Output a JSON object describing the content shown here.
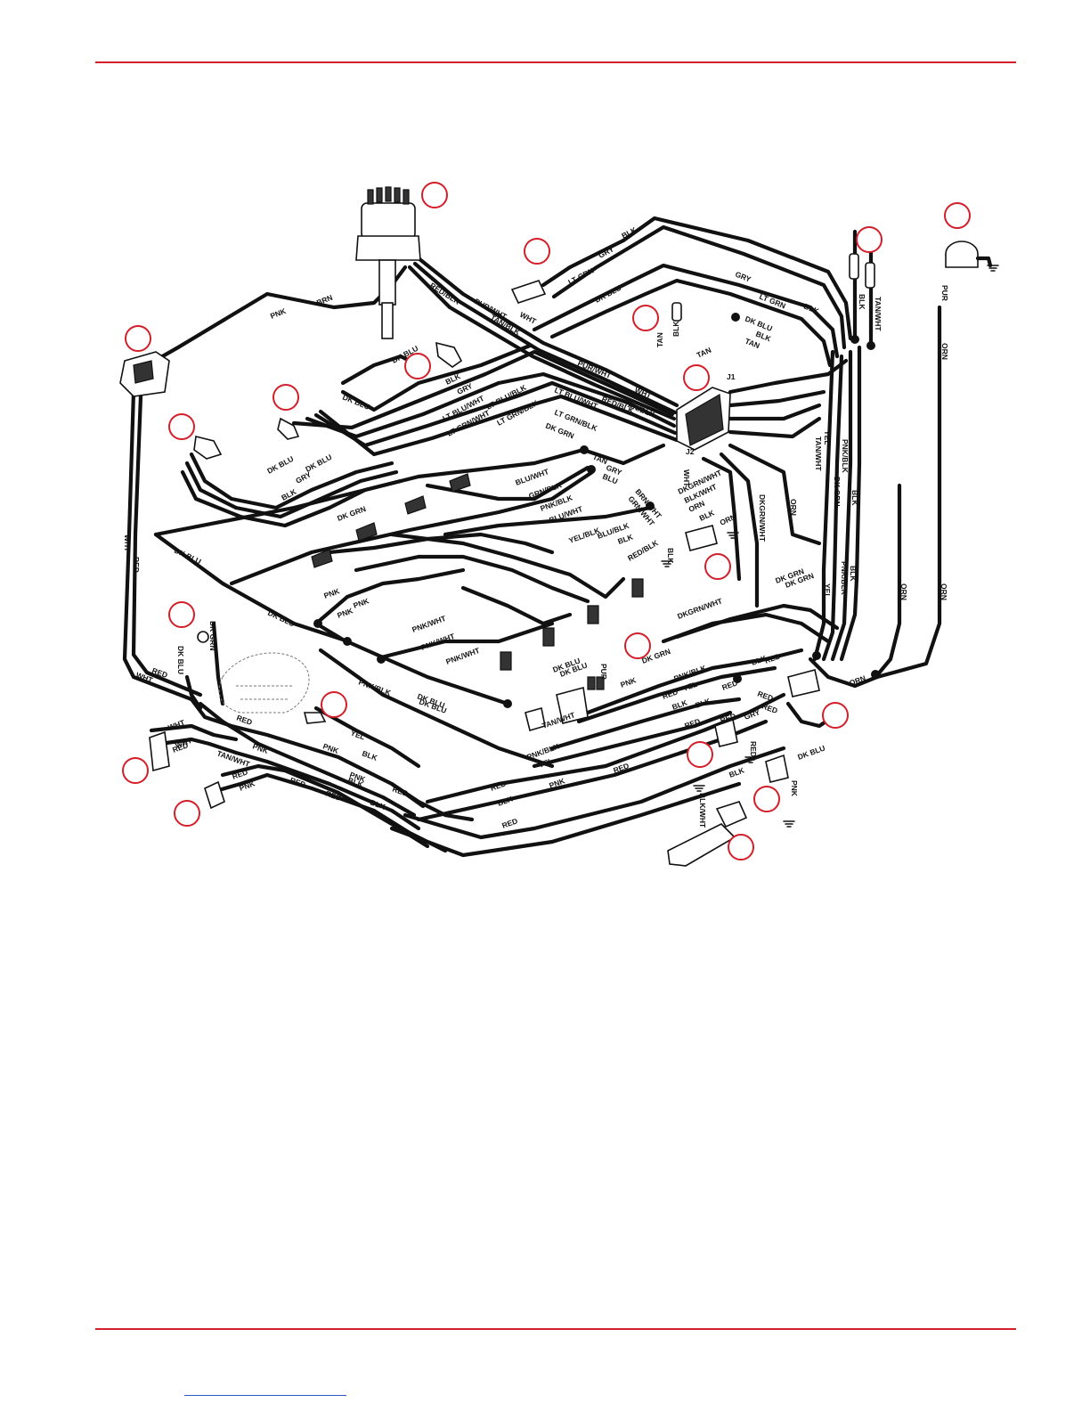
{
  "colors": {
    "rule": "#d21f2a",
    "callout": "#d21f2a",
    "wire": "#111111",
    "bottom_link": "#2b58c9"
  },
  "diagram": {
    "connector_labels": {
      "j1": "J1",
      "j2": "J2"
    },
    "wire_labels": [
      "PNK",
      "BRN",
      "RED/BLK",
      "PUR/WHT",
      "TAN/BLK",
      "WHT",
      "GRY",
      "BLK",
      "LT GRN",
      "DK BLU",
      "TAN",
      "BLK",
      "TAN",
      "TAN",
      "BLK",
      "LT GRN",
      "GRY",
      "BLK",
      "DK BLU",
      "TAN/WHT",
      "BLK",
      "PUR",
      "ORN",
      "BLK",
      "GRY",
      "LT BLU/WHT",
      "LT BLU/BLK",
      "LT GRN/WHT",
      "LT GRN/BLK",
      "PUR/WHT",
      "WHT",
      "RED/BLK",
      "TAN/BLK",
      "LT BLU/WHT",
      "LT GRN/BLK",
      "DK GRN",
      "TAN",
      "GRY",
      "BLU",
      "DK BLU",
      "DK BLU",
      "DK BLU",
      "DK BLU",
      "GRY",
      "BLK",
      "WHT",
      "BLU/WHT",
      "GRN/BLK",
      "PNK/BLK",
      "BLU/WHT",
      "YEL/BLK",
      "BLU/BLK",
      "BLK",
      "BRN/WHT",
      "GRN/WHT",
      "RED/BLK",
      "BLK",
      "DKGRN/WHT",
      "BLK/WHT",
      "ORN",
      "BLK",
      "ORN",
      "DKGRN/WHT",
      "ORN",
      "YEL",
      "TAN/WHT",
      "DK GRN",
      "PNK/BLK",
      "BLK",
      "YEL",
      "DK GRN",
      "PNK/BLK",
      "BLK",
      "ORN",
      "ORN",
      "DK GRN",
      "DK BLU",
      "DK BLU",
      "PNK",
      "PNK",
      "PNK",
      "PNK/WHT",
      "PNK/WHT",
      "PNK/WHT",
      "DKGRN/WHT",
      "DK GRN",
      "DK GRN",
      "DK BLU",
      "PUR",
      "PNK",
      "PNK/BLK",
      "RED",
      "YEL",
      "BLK",
      "BLK",
      "RED",
      "RED",
      "RED",
      "ORN",
      "RED",
      "WHT",
      "DK BLU",
      "PNK/BLK",
      "DK BLU",
      "TAN/WHT",
      "YEL",
      "BLK",
      "PNK",
      "RED",
      "PNK",
      "PNK/BLK",
      "YEL",
      "RED",
      "RED",
      "RED",
      "RED",
      "BLK",
      "PNK",
      "RED",
      "BLK",
      "RED",
      "GRY",
      "BLK",
      "BLK/WHT",
      "PNK",
      "DK BLU",
      "WHT",
      "RED",
      "RED",
      "PNK",
      "TAN/WHT",
      "RED",
      "RED",
      "BLK",
      "RED",
      "BLK",
      "DK GRN",
      "DK BLU",
      "RED",
      "WHT",
      "RED",
      "PNK",
      "DK BLU",
      "WHT"
    ]
  }
}
